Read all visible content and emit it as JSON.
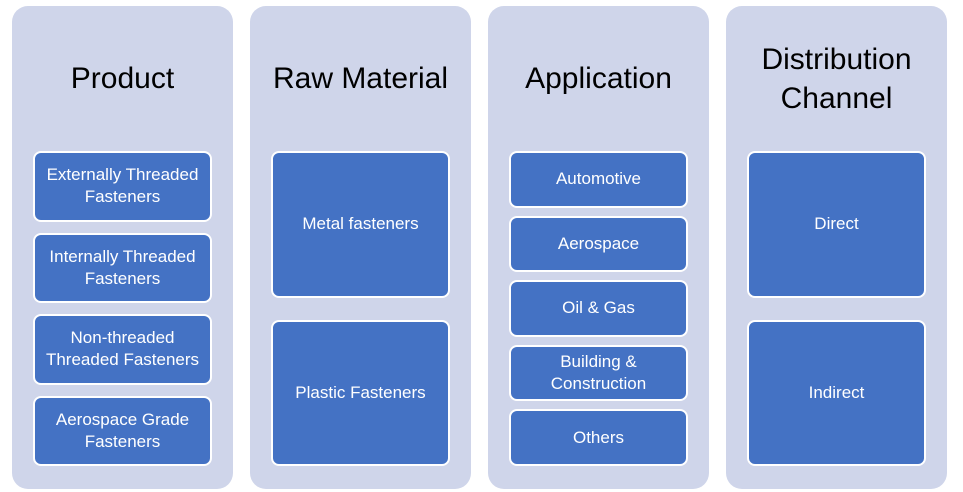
{
  "columns": [
    {
      "title": "Product",
      "items": [
        "Externally Threaded Fasteners",
        "Internally Threaded Fasteners",
        "Non-threaded Threaded Fasteners",
        "Aerospace Grade Fasteners"
      ]
    },
    {
      "title": "Raw Material",
      "items": [
        "Metal fasteners",
        "Plastic Fasteners"
      ]
    },
    {
      "title": "Application",
      "items": [
        "Automotive",
        "Aerospace",
        "Oil & Gas",
        "Building & Construction",
        "Others"
      ]
    },
    {
      "title": "Distribution Channel",
      "items": [
        "Direct",
        "Indirect"
      ]
    }
  ],
  "colors": {
    "panel": "#CFD5EA",
    "box": "#4472C4"
  }
}
